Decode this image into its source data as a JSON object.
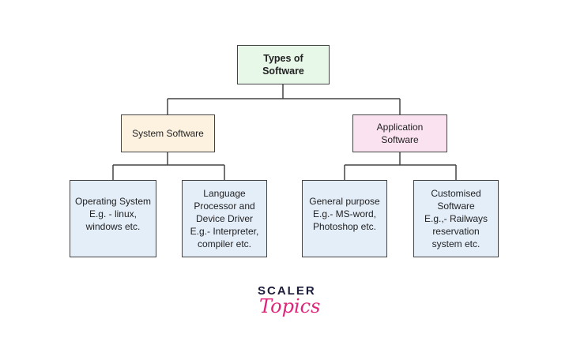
{
  "colors": {
    "root_fill": "#e7f8e8",
    "system_fill": "#fdf2e0",
    "application_fill": "#fbe2f1",
    "leaf_fill": "#e4eef9",
    "line": "#444444",
    "logo_word": "#1b1b3a",
    "logo_script": "#e0247a"
  },
  "diagram": {
    "root": {
      "label": "Types of\nSoftware"
    },
    "branches": [
      {
        "label": "System Software",
        "children": [
          {
            "label": "Operating System\nE.g. - linux,\nwindows etc."
          },
          {
            "label": "Language\nProcessor and\nDevice Driver\nE.g.- Interpreter,\ncompiler etc."
          }
        ]
      },
      {
        "label": "Application\nSoftware",
        "children": [
          {
            "label": "General purpose\nE.g.- MS-word,\nPhotoshop etc."
          },
          {
            "label": "Customised\nSoftware\nE.g.,- Railways\nreservation\nsystem etc."
          }
        ]
      }
    ]
  },
  "logo": {
    "word": "SCALER",
    "script": "Topics"
  }
}
